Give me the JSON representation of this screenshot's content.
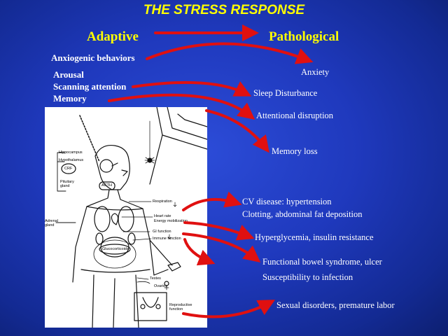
{
  "title": "THE STRESS RESPONSE",
  "headers": {
    "adaptive": "Adaptive",
    "pathological": "Pathological"
  },
  "adaptive_items": {
    "anxiogenic": "Anxiogenic behaviors",
    "arousal": "Arousal",
    "scanning": "Scanning attention",
    "memory": "Memory"
  },
  "pathological_items": {
    "anxiety": "Anxiety",
    "sleep": "Sleep Disturbance",
    "attentional": "Attentional disruption",
    "memory_loss": "Memory loss",
    "cv_disease": "CV disease: hypertension",
    "clotting": "Clotting, abdominal fat deposition",
    "hyperglycemia": "Hyperglycemia, insulin resistance",
    "bowel": "Functional bowel syndrome, ulcer",
    "infection": "Susceptibility to infection",
    "sexual": "Sexual disorders, premature labor"
  },
  "figure_labels": {
    "hippocampus": "Hippocampus",
    "hypothalamus": "Hypothalamus",
    "crf": "CRF",
    "pituitary": "Pituitary gland",
    "acth": "ACTH",
    "adrenal": "Adrenal gland",
    "respiration": "Respiration",
    "heart_rate": "Heart rate",
    "energy": "Energy mobilization",
    "gi": "GI function",
    "immune": "Immune function",
    "glucocorticoids": "Glucocorticoids",
    "testes": "Testes",
    "ovaries": "Ovaries",
    "reproductive": "Reproductive function"
  },
  "colors": {
    "background": "#1f39bd",
    "title": "#ffff00",
    "arrows": "#e01010",
    "text": "#ffffff"
  }
}
